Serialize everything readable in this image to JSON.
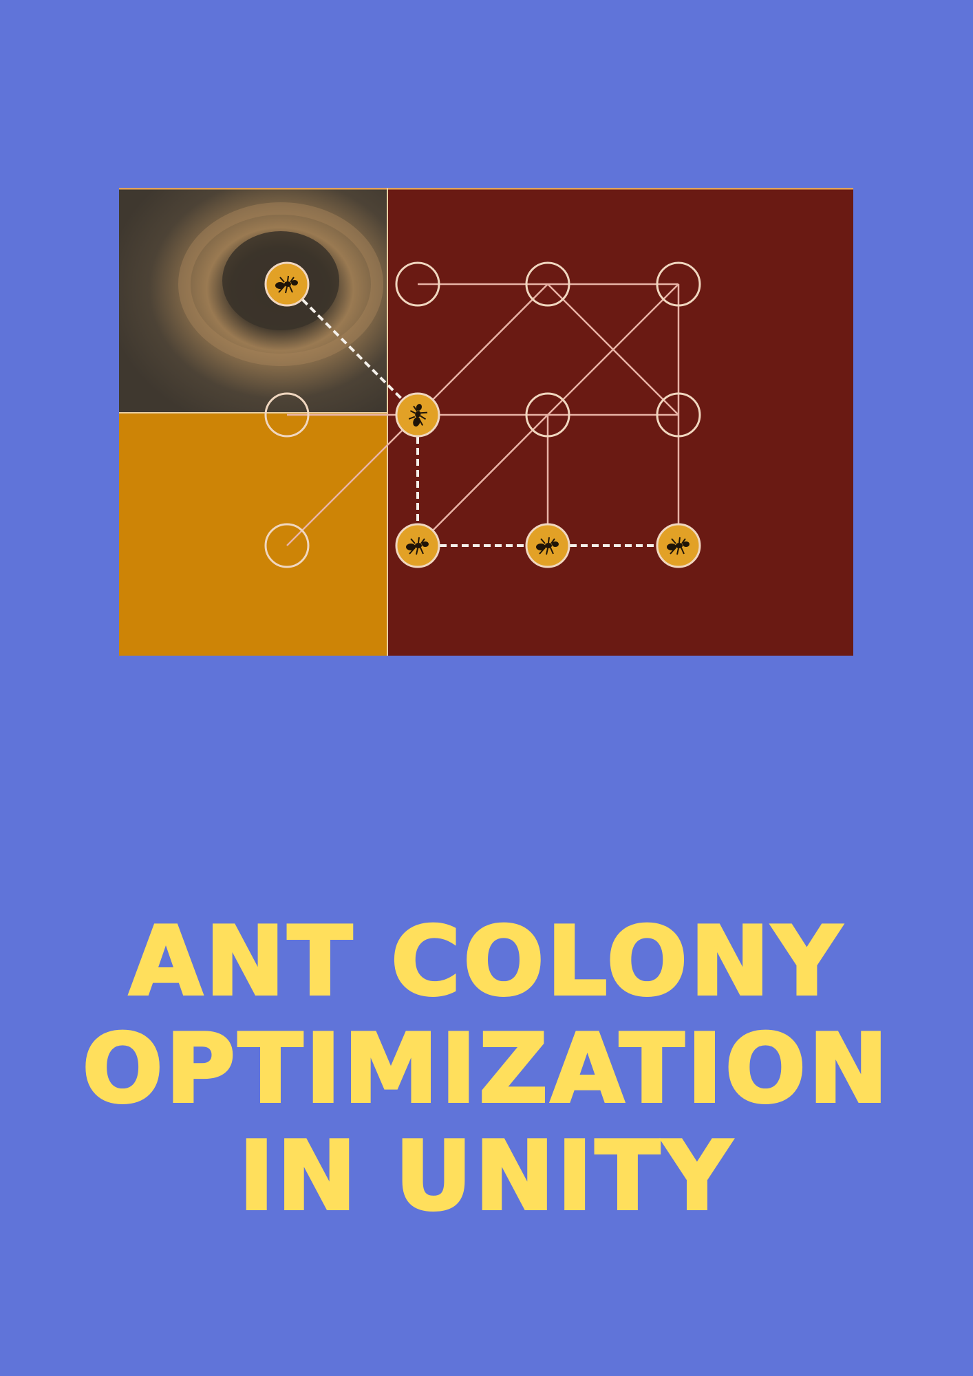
{
  "poster": {
    "title_lines": [
      "ANT COLONY",
      "OPTIMIZATION",
      "IN UNITY"
    ]
  },
  "colors": {
    "background": "#6074d9",
    "title": "#ffdf5c",
    "panel_dark_red": "#6a1a13",
    "panel_orange": "#cd8406",
    "panel_photo": "#4a4134",
    "node_fill": "#e2a126",
    "node_stroke": "#f0d7c0"
  },
  "illustration": {
    "subject": "ant-colony-graph",
    "icons": [
      "ant-nest-photo",
      "ant-icon"
    ]
  }
}
